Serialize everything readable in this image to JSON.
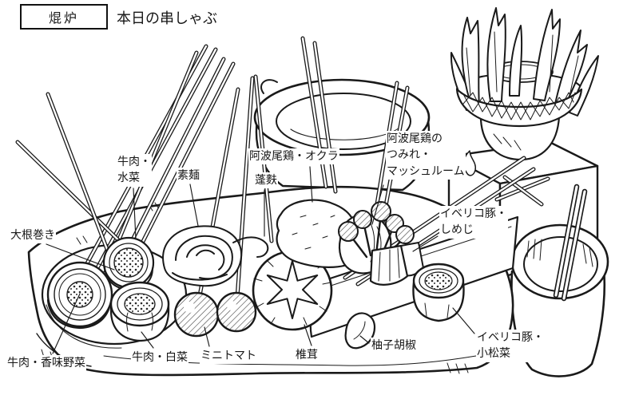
{
  "header": {
    "box_label": "焜炉",
    "subtitle": "本日の串しゃぶ"
  },
  "labels": {
    "daikon_maki": "大根巻き",
    "gyuniku_mizuna": "牛肉・\n水菜",
    "somen": "素麺",
    "awaodori_okra": "阿波尾鶏・オクラ",
    "yomogifu": "蓬麩",
    "awaodori_tsumire": "阿波尾鶏の\nつみれ・\nマッシュルーム",
    "iberico_shimeji": "イベリコ豚・\nしめじ",
    "gyuniku_komiyasai": "牛肉・香味野菜",
    "gyuniku_hakusai": "牛肉・白菜",
    "mini_tomato": "ミニトマト",
    "shiitake": "椎茸",
    "yuzu_kosho": "柚子胡椒",
    "iberico_komatsuna": "イベリコ豚・\n小松菜"
  },
  "colors": {
    "ink": "#1a1a1a",
    "paper": "#ffffff"
  }
}
